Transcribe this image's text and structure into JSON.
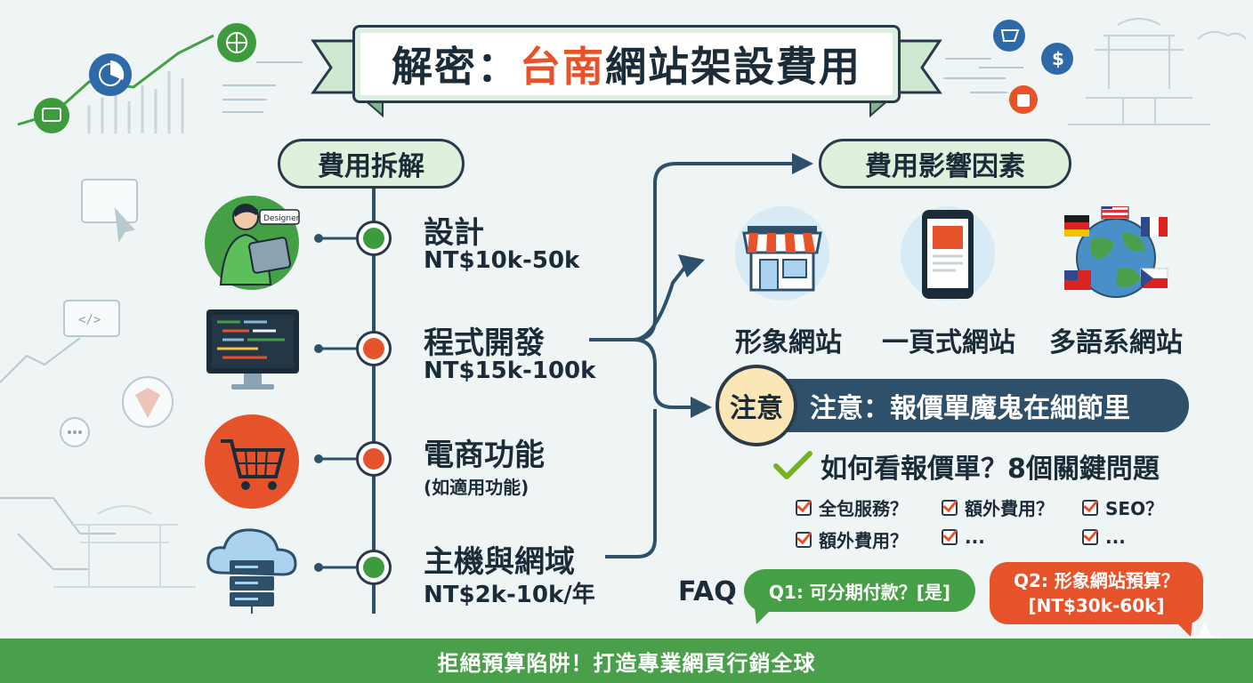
{
  "title": {
    "prefix": "解密：",
    "accent": "台南",
    "suffix": "網站架設費用"
  },
  "breakdown": {
    "heading": "費用拆解",
    "items": [
      {
        "title": "設計",
        "value": "NT$10k-50k",
        "dot_color": "#3d9a3d"
      },
      {
        "title": "程式開發",
        "value": "NT$15k-100k",
        "dot_color": "#e6532b"
      },
      {
        "title": "電商功能",
        "value": "(如適用功能)",
        "dot_color": "#e6532b"
      },
      {
        "title": "主機與網域",
        "value": "NT$2k-10k/年",
        "dot_color": "#3d9a3d"
      }
    ],
    "designer_tag": "Designer"
  },
  "factors": {
    "heading": "費用影響因素",
    "sites": [
      "形象網站",
      "一頁式網站",
      "多語系網站"
    ]
  },
  "notice": {
    "badge": "注意",
    "text": "注意：報價單魔鬼在細節里",
    "question": "如何看報價單？8個關鍵問題",
    "checks": [
      "全包服務？",
      "額外費用？",
      "SEO？",
      "額外費用？",
      "...",
      "..."
    ]
  },
  "faq": {
    "label": "FAQ",
    "q1": "Q1: 可分期付款？[是]",
    "q2_line1": "Q2: 形象網站預算？",
    "q2_line2": "[NT$30k-60k]"
  },
  "footer": "拒絕預算陷阱！打造專業網頁行銷全球",
  "colors": {
    "green": "#45a045",
    "orange": "#e6532b",
    "navy": "#2e506a",
    "mint": "#dff0dc"
  }
}
